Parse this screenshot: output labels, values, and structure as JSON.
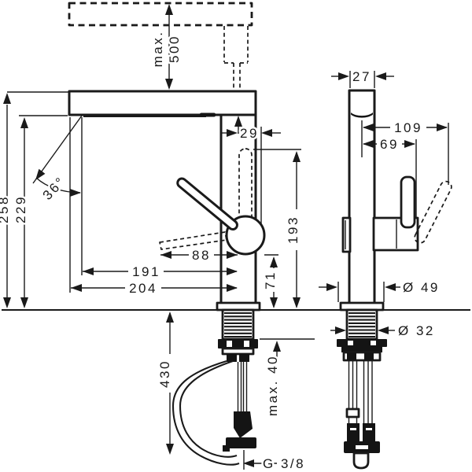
{
  "colors": {
    "line": "#1a1a1a",
    "background": "#ffffff"
  },
  "front_view": {
    "dimensions": {
      "pullout_max_line1": "max.",
      "pullout_max_line2": "500",
      "total_height": "258",
      "spout_underside_height": "229",
      "swivel_angle": "36°",
      "handle_offset": "29",
      "handle_top_height": "193",
      "handle_reach": "88",
      "aerator_reach": "191",
      "spout_reach": "204",
      "pivot_height": "71",
      "hose_length": "430",
      "max_deck_thickness": "max. 40",
      "supply_connection": "G 3/8"
    }
  },
  "side_view": {
    "dimensions": {
      "body_depth": "27",
      "handle_total_depth": "109",
      "handle_depth": "69",
      "base_diameter": "Ø 49",
      "shank_diameter": "Ø 32"
    }
  }
}
